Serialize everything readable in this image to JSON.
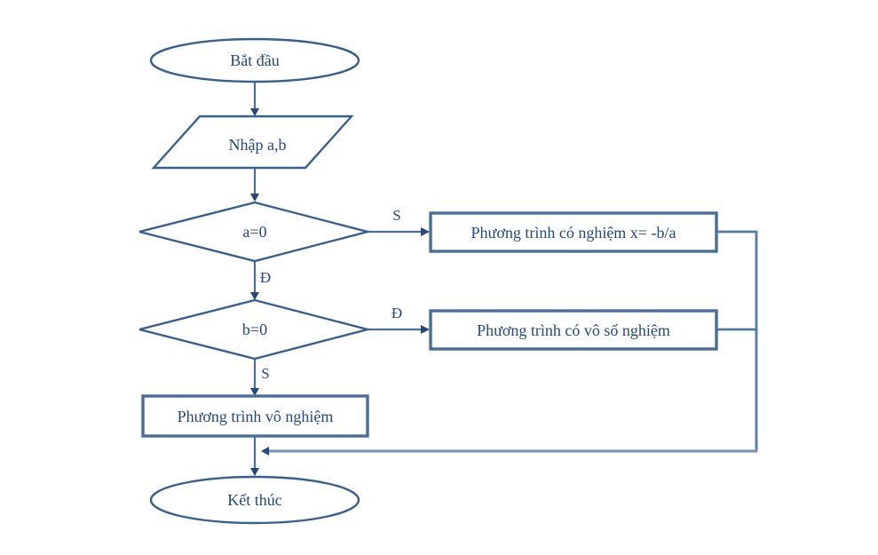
{
  "diagram": {
    "type": "flowchart",
    "colors": {
      "background": "#ffffff",
      "shape_stroke": "#38608f",
      "process_stroke": "#4a6e9c",
      "connector": "#4a6f9f",
      "loop_line": "#5478a6",
      "loop_line_light": "#8095b5",
      "arrow_fill": "#24477e",
      "text": "#24477e"
    },
    "nodes": [
      {
        "id": "start",
        "shape": "terminator",
        "label": "Bắt đầu"
      },
      {
        "id": "input-ab",
        "shape": "parallelogram",
        "label": "Nhập a,b"
      },
      {
        "id": "check-a",
        "shape": "decision",
        "label": "a=0"
      },
      {
        "id": "solution-x",
        "shape": "process",
        "label": "Phương trình có nghiệm x= -b/a"
      },
      {
        "id": "check-b",
        "shape": "decision",
        "label": "b=0"
      },
      {
        "id": "infinite-solutions",
        "shape": "process",
        "label": "Phương trình có vô số nghiệm"
      },
      {
        "id": "no-solution",
        "shape": "process",
        "label": "Phương trình vô nghiệm"
      },
      {
        "id": "end",
        "shape": "terminator",
        "label": "Kết thúc"
      }
    ],
    "branch_labels": {
      "check_a_right": "S",
      "check_a_down": "Đ",
      "check_b_right": "Đ",
      "check_b_down": "S"
    }
  }
}
